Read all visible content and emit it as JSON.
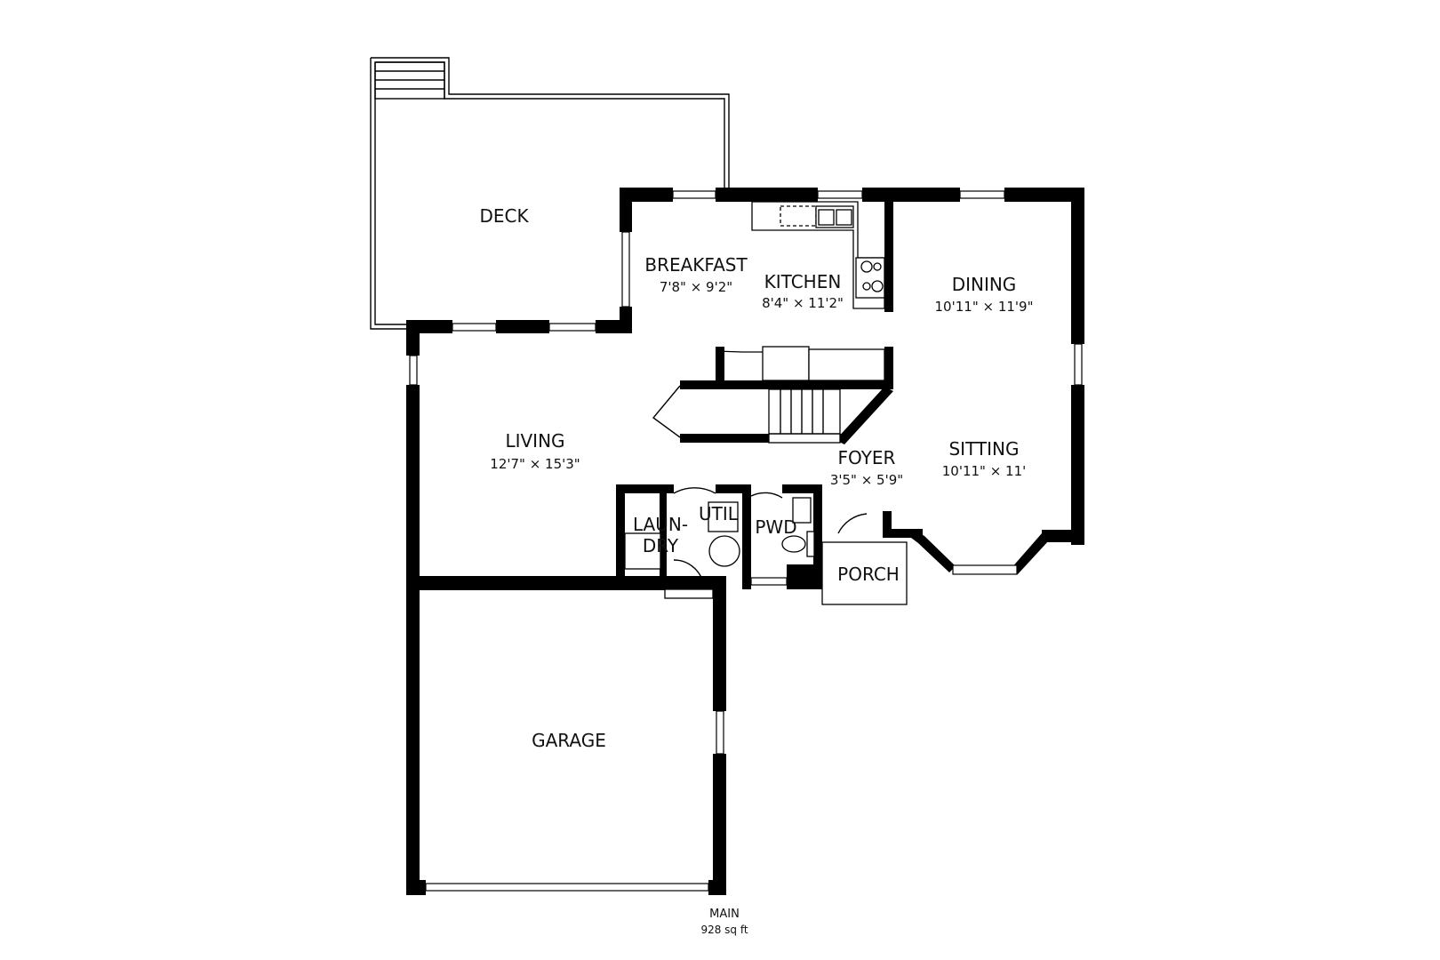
{
  "rooms": {
    "deck": {
      "name": "DECK"
    },
    "breakfast": {
      "name": "BREAKFAST",
      "dims": "7'8\" × 9'2\""
    },
    "kitchen": {
      "name": "KITCHEN",
      "dims": "8'4\" × 11'2\""
    },
    "dining": {
      "name": "DINING",
      "dims": "10'11\" × 11'9\""
    },
    "living": {
      "name": "LIVING",
      "dims": "12'7\" × 15'3\""
    },
    "foyer": {
      "name": "FOYER",
      "dims": "3'5\" × 5'9\""
    },
    "sitting": {
      "name": "SITTING",
      "dims": "10'11\" × 11'"
    },
    "util": {
      "name": "UTIL"
    },
    "laundry": {
      "name_line1": "LAUN-",
      "name_line2": "DRY"
    },
    "pwd": {
      "name": "PWD"
    },
    "porch": {
      "name": "PORCH"
    },
    "garage": {
      "name": "GARAGE"
    }
  },
  "caption": {
    "level": "MAIN",
    "area": "928 sq ft"
  },
  "colors": {
    "wall": "#000000",
    "background": "#ffffff"
  }
}
